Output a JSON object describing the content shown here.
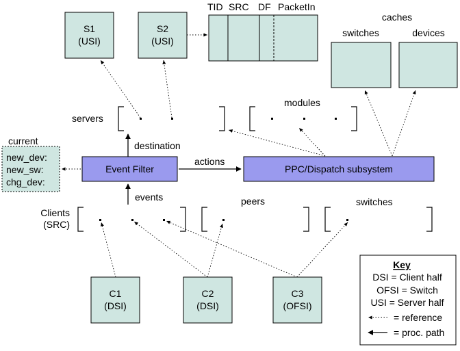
{
  "servers": {
    "label": "servers",
    "s1": {
      "line1": "S1",
      "line2": "(USI)"
    },
    "s2": {
      "line1": "S2",
      "line2": "(USI)"
    }
  },
  "packet_header": {
    "tid": "TID",
    "src": "SRC",
    "df": "DF",
    "packetin": "PacketIn"
  },
  "caches": {
    "title": "caches",
    "switches": "switches",
    "devices": "devices"
  },
  "modules_label": "modules",
  "current": {
    "title": "current",
    "items": [
      "new_dev:",
      "new_sw:",
      "chg_dev:"
    ]
  },
  "flow": {
    "destination": "destination",
    "events": "events",
    "actions": "actions"
  },
  "event_filter": "Event Filter",
  "dispatch": "PPC/Dispatch subsystem",
  "clients_label": {
    "line1": "Clients",
    "line2": "(SRC)"
  },
  "peers_label": "peers",
  "switches_label": "switches",
  "clients": {
    "c1": {
      "line1": "C1",
      "line2": "(DSI)"
    },
    "c2": {
      "line1": "C2",
      "line2": "(DSI)"
    },
    "c3": {
      "line1": "C3",
      "line2": "(OFSI)"
    }
  },
  "key": {
    "title": "Key",
    "dsi": "DSI = Client half",
    "ofsi": "OFSI = Switch",
    "usi": "USI = Server half",
    "reference": "= reference",
    "proc_path": "= proc. path"
  }
}
